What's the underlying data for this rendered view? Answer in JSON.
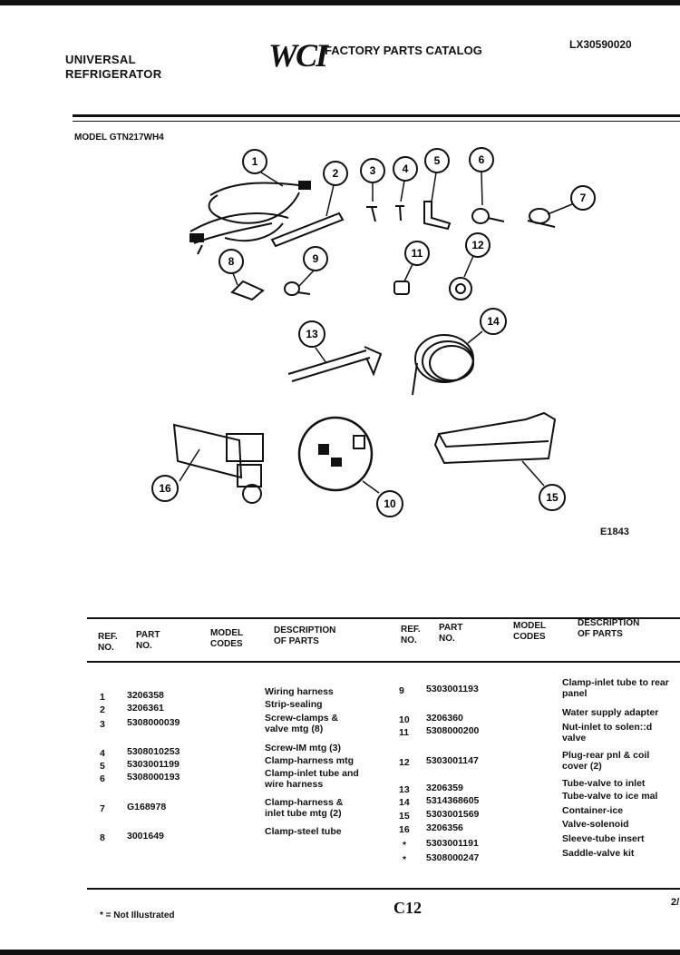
{
  "header": {
    "brand_line1": "UNIVERSAL",
    "brand_line2": "REFRIGERATOR",
    "logo": "WCI",
    "catalog_title": "FACTORY PARTS CATALOG",
    "doc_id": "LX30590020",
    "model": "MODEL GTN217WH4"
  },
  "diagram": {
    "callouts": [
      "1",
      "2",
      "3",
      "4",
      "5",
      "6",
      "7",
      "8",
      "9",
      "10",
      "11",
      "12",
      "13",
      "14",
      "15",
      "16"
    ],
    "code": "E1843"
  },
  "table": {
    "headers": {
      "ref_l1": "REF.",
      "ref_l2": "NO.",
      "part_l1": "PART",
      "part_l2": "NO.",
      "model_l1": "MODEL",
      "model_l2": "CODES",
      "desc_l1": "DESCRIPTION",
      "desc_l2": "OF PARTS"
    },
    "left_rows": [
      {
        "ref": "1",
        "part": "3206358",
        "desc": "Wiring harness"
      },
      {
        "ref": "2",
        "part": "3206361",
        "desc": "Strip-sealing"
      },
      {
        "ref": "3",
        "part": "5308000039",
        "desc": "Screw-clamps & valve mtg (8)"
      },
      {
        "ref": "4",
        "part": "5308010253",
        "desc": "Screw-IM mtg (3)"
      },
      {
        "ref": "5",
        "part": "5303001199",
        "desc": "Clamp-harness mtg"
      },
      {
        "ref": "6",
        "part": "5308000193",
        "desc": "Clamp-inlet tube and wire harness"
      },
      {
        "ref": "7",
        "part": "G168978",
        "desc": "Clamp-harness & inlet tube mtg (2)"
      },
      {
        "ref": "8",
        "part": "3001649",
        "desc": "Clamp-steel tube"
      }
    ],
    "right_rows": [
      {
        "ref": "9",
        "part": "5303001193",
        "desc": "Clamp-inlet tube to rear panel"
      },
      {
        "ref": "10",
        "part": "3206360",
        "desc": "Water supply adapter"
      },
      {
        "ref": "11",
        "part": "5308000200",
        "desc": "Nut-inlet to solen::d valve"
      },
      {
        "ref": "12",
        "part": "5303001147",
        "desc": "Plug-rear pnl & coil cover (2)"
      },
      {
        "ref": "13",
        "part": "3206359",
        "desc": "Tube-valve to inlet"
      },
      {
        "ref": "14",
        "part": "5314368605",
        "desc": "Tube-valve to ice mal"
      },
      {
        "ref": "15",
        "part": "5303001569",
        "desc": "Container-ice"
      },
      {
        "ref": "16",
        "part": "3206356",
        "desc": "Valve-solenoid"
      },
      {
        "ref": "*",
        "part": "5303001191",
        "desc": "Sleeve-tube insert"
      },
      {
        "ref": "*",
        "part": "5308000247",
        "desc": "Saddle-valve kit"
      }
    ]
  },
  "footer": {
    "note": "* = Not Illustrated",
    "page": "C12",
    "page_cut": "2/"
  }
}
